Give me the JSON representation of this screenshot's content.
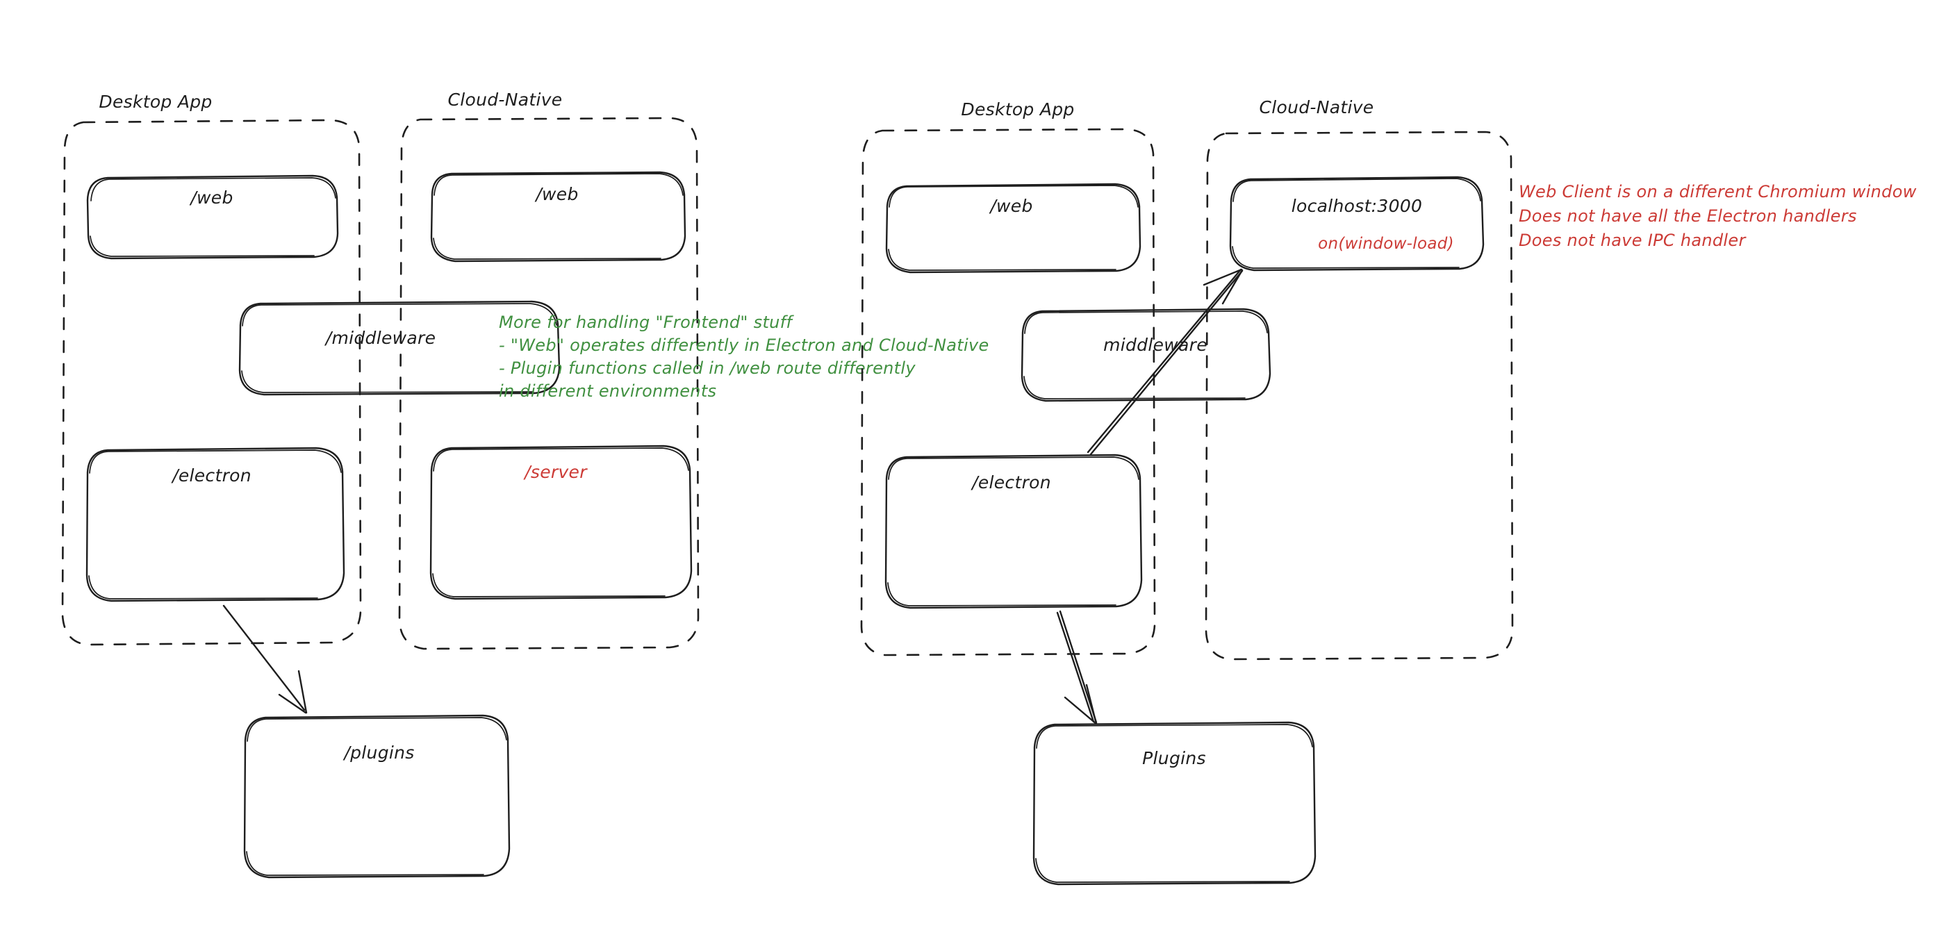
{
  "diagram": {
    "title": "Electron vs Cloud-Native routing architecture sketch",
    "colors": {
      "ink": "#1e1e1e",
      "red": "#cc3b36",
      "green": "#409040",
      "background": "#ffffff"
    }
  },
  "left_diagram": {
    "groups": [
      {
        "id": "desktop-app",
        "label": "Desktop App"
      },
      {
        "id": "cloud-native",
        "label": "Cloud-Native"
      }
    ],
    "nodes": [
      {
        "id": "web-desktop",
        "label": "/web",
        "color": "ink"
      },
      {
        "id": "web-cloud",
        "label": "/web",
        "color": "ink"
      },
      {
        "id": "middleware",
        "label": "/middleware",
        "color": "ink"
      },
      {
        "id": "electron",
        "label": "/electron",
        "color": "ink"
      },
      {
        "id": "server",
        "label": "/server",
        "color": "red"
      },
      {
        "id": "plugins",
        "label": "/plugins",
        "color": "ink"
      }
    ],
    "annotation_green": {
      "lines": [
        "More for handling \"Frontend\" stuff",
        "- \"Web\" operates differently in Electron and Cloud-Native",
        "- Plugin functions called in /web route differently",
        "in different environments"
      ]
    },
    "edges": [
      {
        "from": "electron",
        "to": "plugins"
      }
    ]
  },
  "right_diagram": {
    "groups": [
      {
        "id": "desktop-app-2",
        "label": "Desktop App"
      },
      {
        "id": "cloud-native-2",
        "label": "Cloud-Native"
      }
    ],
    "nodes": [
      {
        "id": "web-desktop-2",
        "label": "/web",
        "color": "ink"
      },
      {
        "id": "localhost",
        "label": "localhost:3000",
        "color": "ink",
        "sub_label": "on(window-load)",
        "sub_color": "red"
      },
      {
        "id": "middleware-2",
        "label": "middleware",
        "color": "ink"
      },
      {
        "id": "electron-2",
        "label": "/electron",
        "color": "ink"
      },
      {
        "id": "plugins-2",
        "label": "Plugins",
        "color": "ink"
      }
    ],
    "annotation_red": {
      "lines": [
        "Web Client is on a different Chromium window",
        "Does not have all the Electron handlers",
        "Does not have IPC handler"
      ]
    },
    "edges": [
      {
        "from": "electron-2",
        "to": "localhost"
      },
      {
        "from": "electron-2",
        "to": "plugins-2"
      }
    ]
  }
}
